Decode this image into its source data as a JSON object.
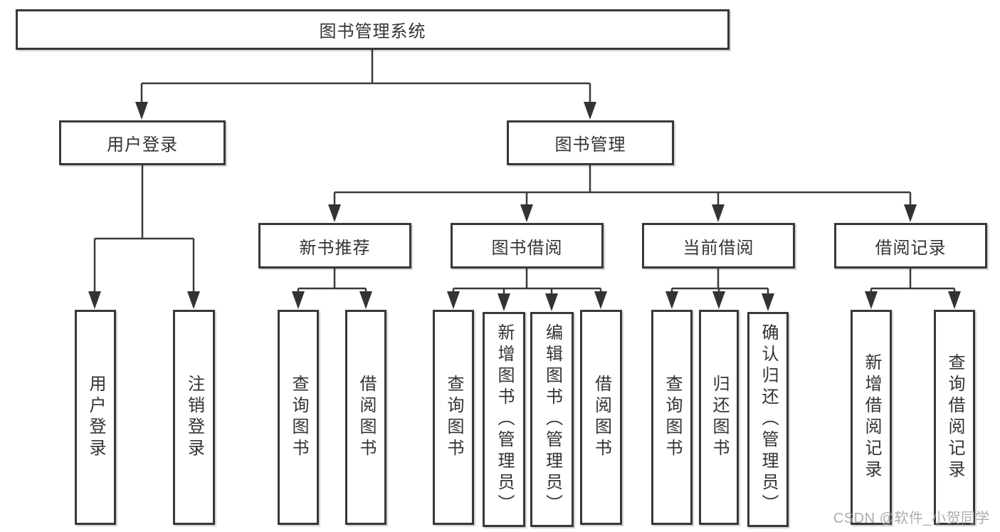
{
  "diagram": {
    "root": {
      "label": "图书管理系统",
      "children": [
        {
          "label": "用户登录",
          "children": [
            {
              "label": "用户登录"
            },
            {
              "label": "注销登录"
            }
          ]
        },
        {
          "label": "图书管理",
          "children": [
            {
              "label": "新书推荐",
              "children": [
                {
                  "label": "查询图书"
                },
                {
                  "label": "借阅图书"
                }
              ]
            },
            {
              "label": "图书借阅",
              "children": [
                {
                  "label": "查询图书"
                },
                {
                  "label": "新增图书（管理员）"
                },
                {
                  "label": "编辑图书（管理员）"
                },
                {
                  "label": "借阅图书"
                }
              ]
            },
            {
              "label": "当前借阅",
              "children": [
                {
                  "label": "查询图书"
                },
                {
                  "label": "归还图书"
                },
                {
                  "label": "确认归还（管理员）"
                }
              ]
            },
            {
              "label": "借阅记录",
              "children": [
                {
                  "label": "新增借阅记录"
                },
                {
                  "label": "查询借阅记录"
                }
              ]
            }
          ]
        }
      ]
    }
  },
  "watermark": {
    "text": "CSDN @软件_小贺同学"
  },
  "colors": {
    "line": "#3a3a3a",
    "box_border": "#383838",
    "box_background": "#ffffff",
    "text": "#333333",
    "watermark": "#a5a5a5"
  }
}
